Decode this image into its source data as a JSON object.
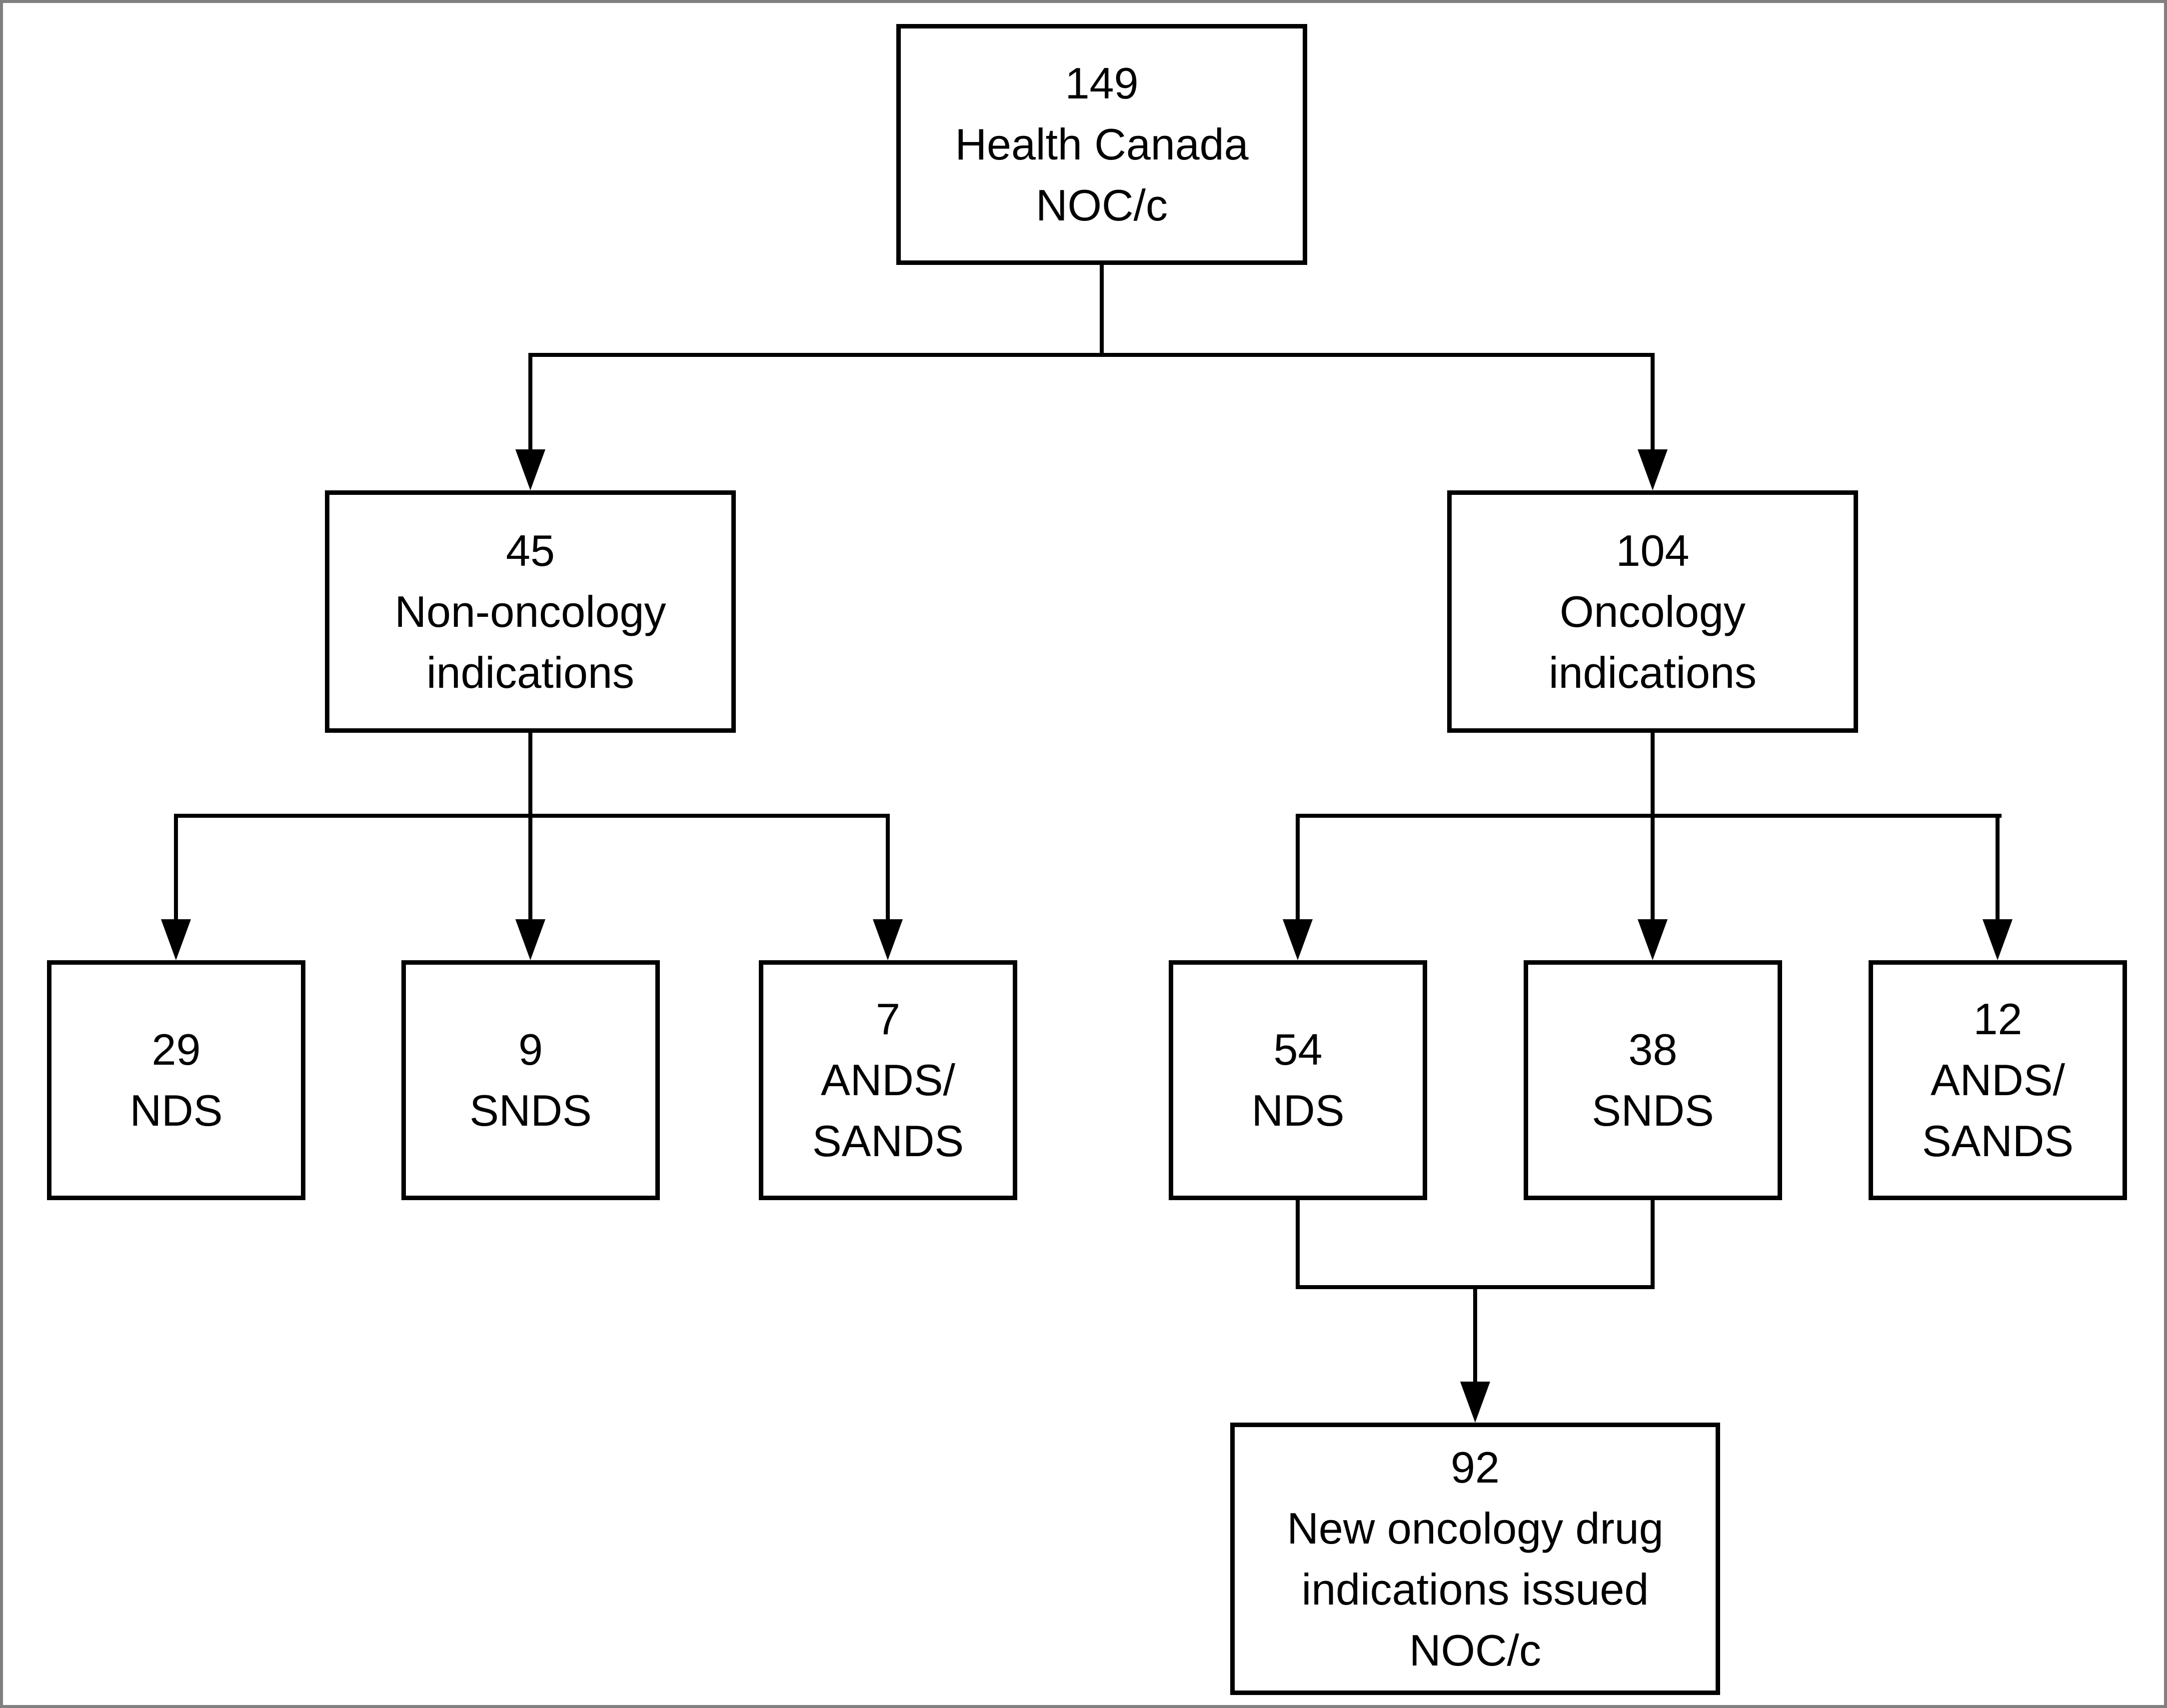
{
  "figure": {
    "type": "flowchart",
    "description_colors": {
      "line": "#000000",
      "box_fill": "#ffffff",
      "page_border": "#808080"
    }
  },
  "nodes": {
    "root": {
      "lines": [
        "149",
        "Health Canada",
        "NOC/c"
      ]
    },
    "non_oncology": {
      "lines": [
        "45",
        "Non-oncology",
        "indications"
      ]
    },
    "oncology": {
      "lines": [
        "104",
        "Oncology",
        "indications"
      ]
    },
    "non_oncology_nds": {
      "lines": [
        "29",
        "NDS"
      ]
    },
    "non_oncology_snds": {
      "lines": [
        "9",
        "SNDS"
      ]
    },
    "non_oncology_ands_sands": {
      "lines": [
        "7",
        "ANDS/",
        "SANDS"
      ]
    },
    "oncology_nds": {
      "lines": [
        "54",
        "NDS"
      ]
    },
    "oncology_snds": {
      "lines": [
        "38",
        "SNDS"
      ]
    },
    "oncology_ands_sands": {
      "lines": [
        "12",
        "ANDS/",
        "SANDS"
      ]
    },
    "issued": {
      "lines": [
        "92",
        "New oncology drug",
        "indications issued",
        "NOC/c"
      ]
    }
  }
}
